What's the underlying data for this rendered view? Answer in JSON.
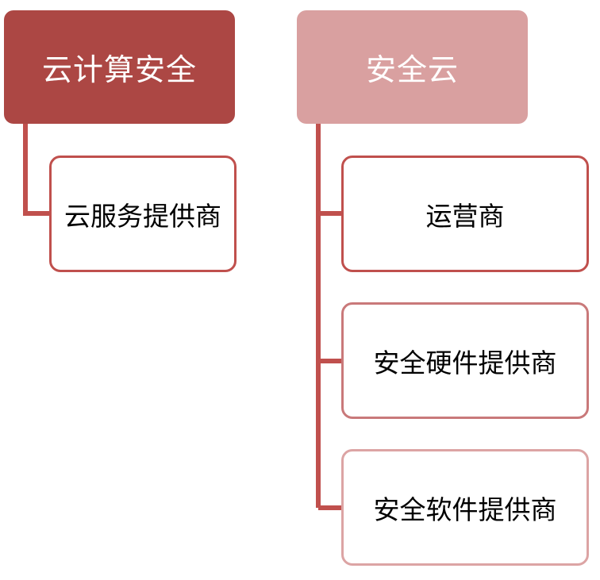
{
  "colors": {
    "header_left": "#ac4744",
    "header_right": "#d9a0a0",
    "connector": "#c0504d",
    "border_strong": "#c0504d",
    "border_medium": "#c9797a",
    "border_light": "#dca4a4"
  },
  "diagram": {
    "groups": [
      {
        "title": "云计算安全",
        "children": [
          {
            "label": "云服务提供商"
          }
        ]
      },
      {
        "title": "安全云",
        "children": [
          {
            "label": "运营商"
          },
          {
            "label": "安全硬件提供商"
          },
          {
            "label": "安全软件提供商"
          }
        ]
      }
    ]
  }
}
